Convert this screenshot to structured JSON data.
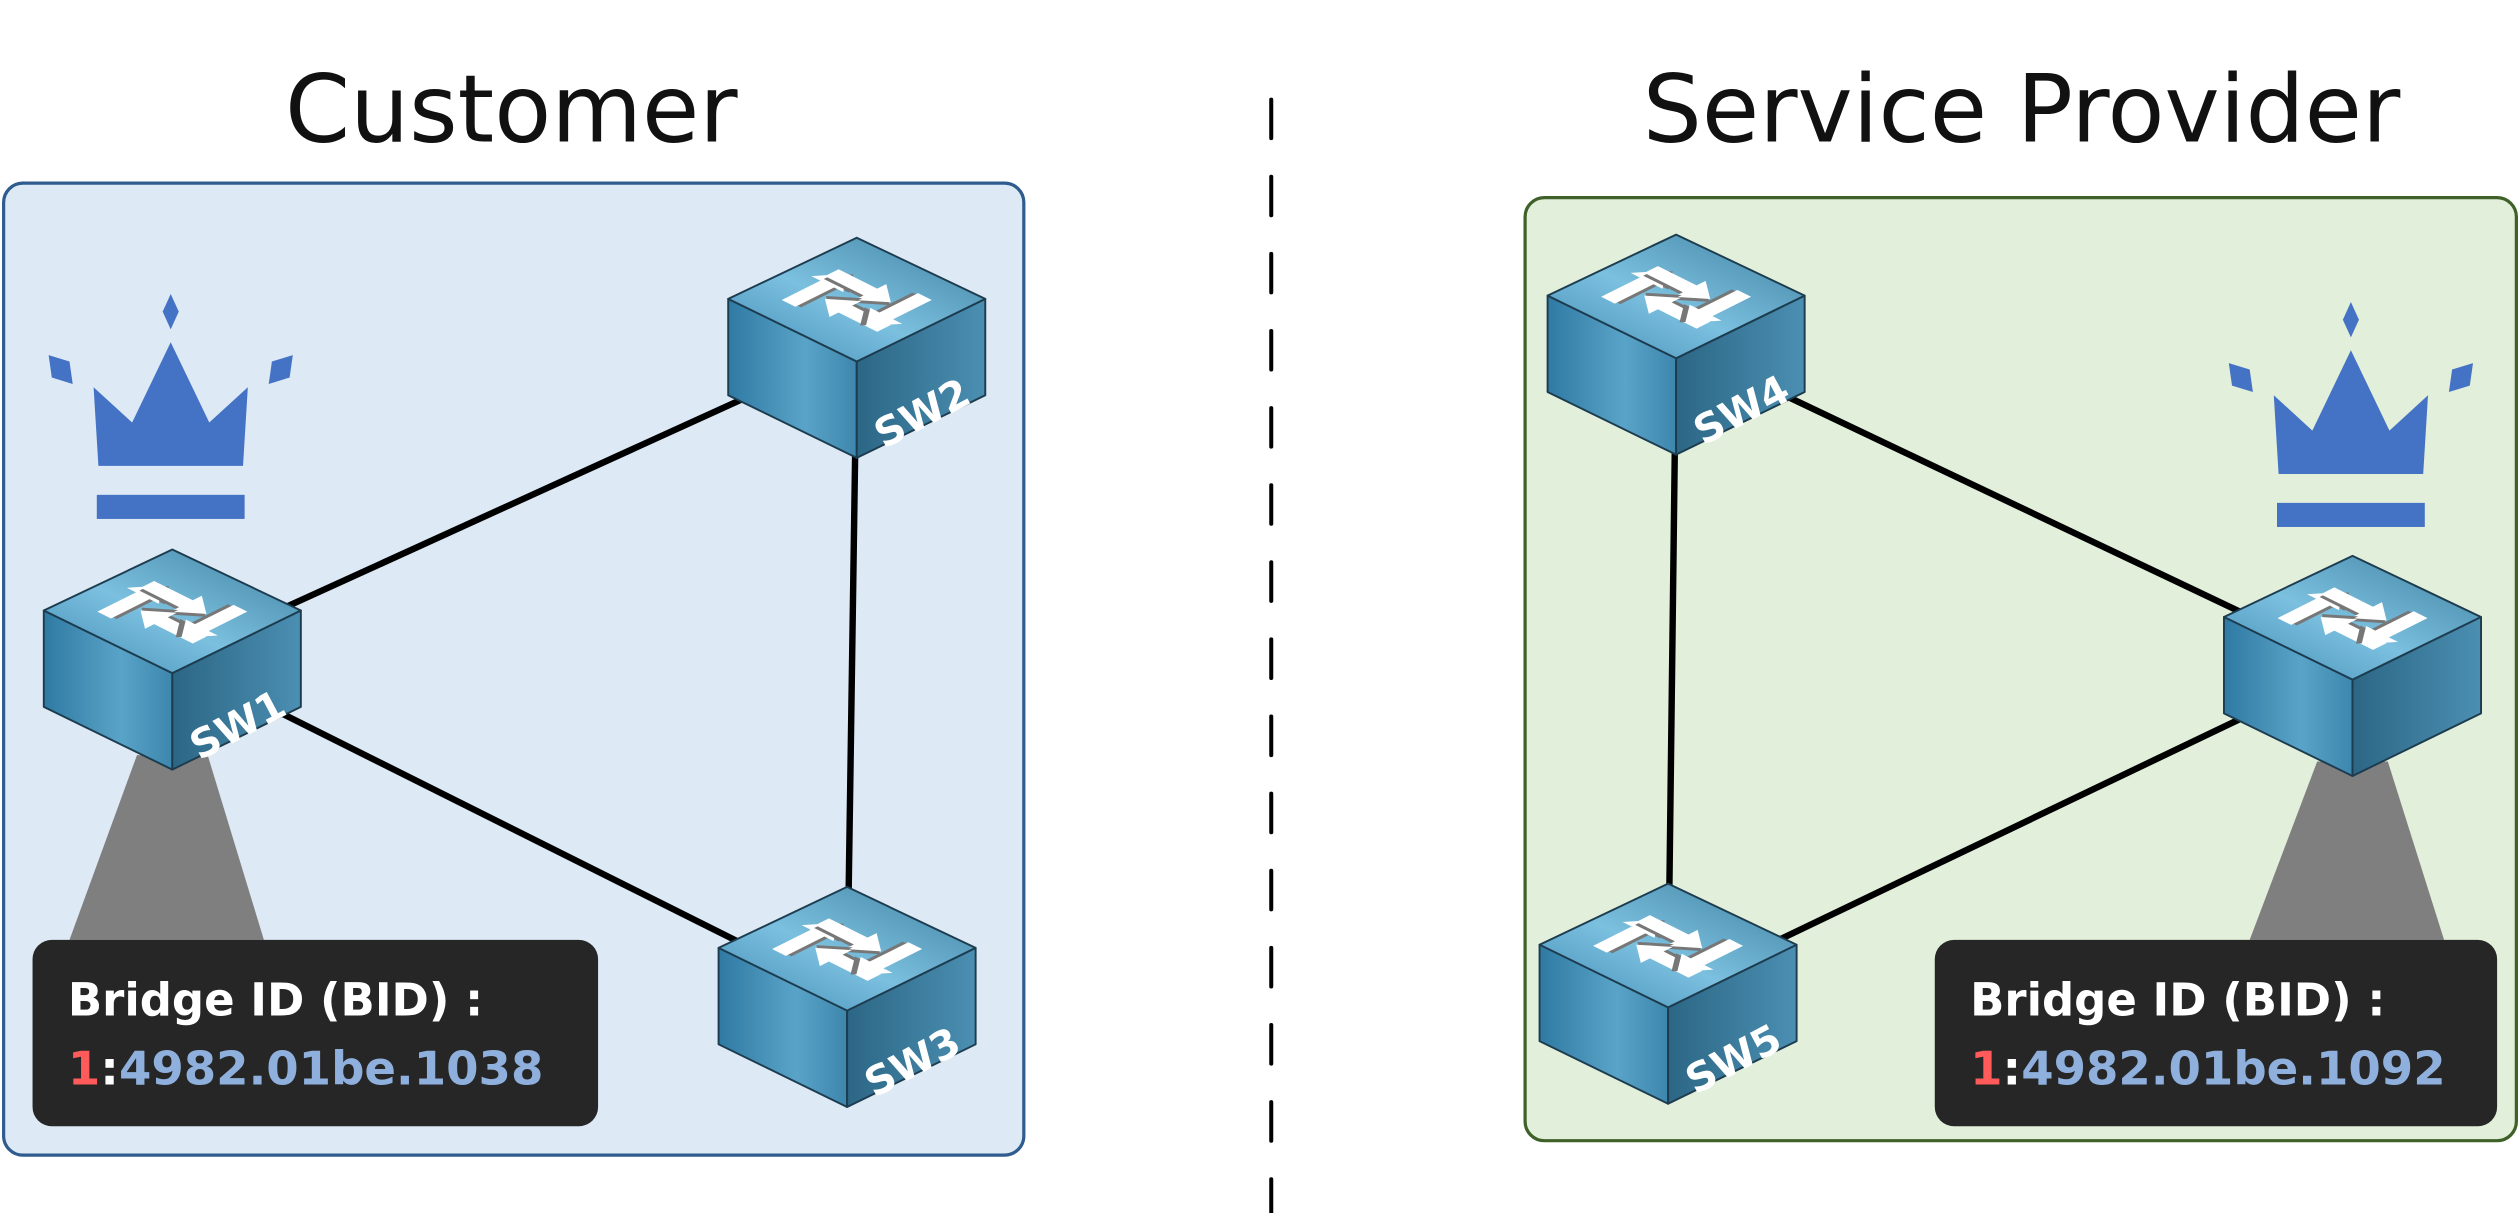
{
  "sections": {
    "customer": {
      "title": "Customer",
      "bid_label": "Bridge ID (BID) :",
      "bid_priority": "1",
      "bid_separator": ":",
      "bid_mac": "4982.01be.1038"
    },
    "provider": {
      "title": "Service Provider",
      "bid_label": "Bridge ID (BID) :",
      "bid_priority": "1",
      "bid_separator": ":",
      "bid_mac": "4982.01be.1092"
    }
  },
  "switches": [
    {
      "id": "sw1",
      "label": "SW1",
      "root": true
    },
    {
      "id": "sw2",
      "label": "SW2",
      "root": false
    },
    {
      "id": "sw3",
      "label": "SW3",
      "root": false
    },
    {
      "id": "sw4",
      "label": "SW4",
      "root": false
    },
    {
      "id": "sw5",
      "label": "SW5",
      "root": false
    },
    {
      "id": "sw6",
      "label": "",
      "root": true
    }
  ],
  "links": [
    [
      "sw1",
      "sw2"
    ],
    [
      "sw2",
      "sw3"
    ],
    [
      "sw1",
      "sw3"
    ],
    [
      "sw4",
      "sw6"
    ],
    [
      "sw4",
      "sw5"
    ],
    [
      "sw5",
      "sw6"
    ]
  ],
  "root_icon": "crown-icon",
  "colors": {
    "customer_fill": "#dde9f4",
    "customer_border": "#2e5c8e",
    "provider_fill": "#e2efda",
    "provider_border": "#3f6129",
    "crown": "#4472c4",
    "priority": "#ff5b5b",
    "mac": "#8fb0dd",
    "bid_box": "#262626",
    "beam": "#7f7f7f"
  }
}
